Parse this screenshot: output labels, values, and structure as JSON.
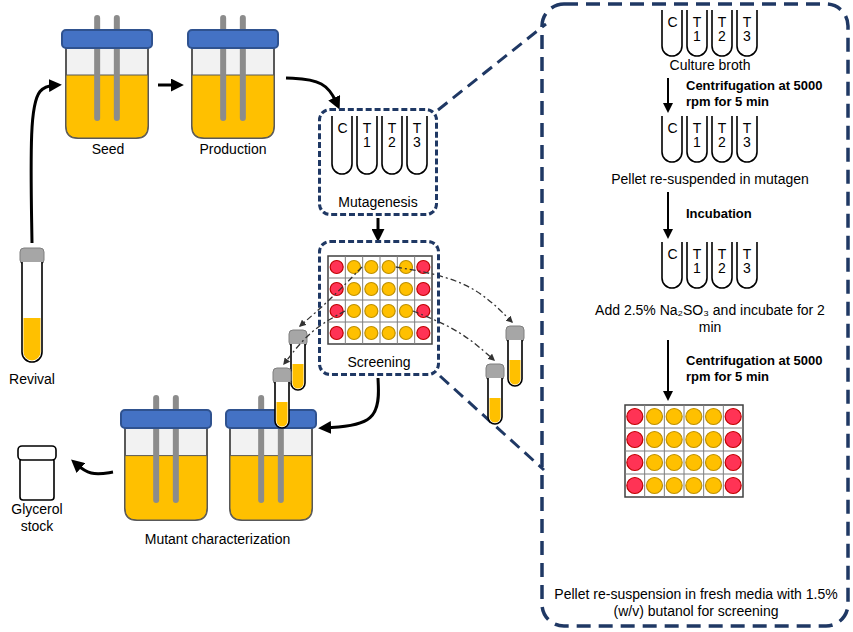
{
  "diagram": {
    "nodes": [
      {
        "text": [
          "Revival"
        ]
      },
      {
        "text": [
          "Seed"
        ]
      },
      {
        "text": [
          "Production"
        ]
      },
      {
        "text": [
          "Mutagenesis"
        ]
      },
      {
        "text": [
          "Screening"
        ]
      },
      {
        "text": [
          "Mutant characterization"
        ]
      },
      {
        "text": [
          "Glycerol stock"
        ]
      },
      {
        "text": [
          "Culture broth"
        ]
      },
      {
        "text": [
          "Pellet re-suspended in mutagen"
        ]
      },
      {
        "text": [
          "Add 2.5% Na₂SO₃ and incubate for 2 min"
        ]
      },
      {
        "text": [
          "Pellet re-suspension in fresh media with 1.5% (w/v) butanol for screening"
        ]
      }
    ],
    "edges": [
      {
        "from": 0,
        "to": 1,
        "arrow": "to"
      },
      {
        "from": 1,
        "to": 2,
        "arrow": "to"
      },
      {
        "from": 2,
        "to": 3,
        "arrow": "to"
      },
      {
        "from": 3,
        "to": 4,
        "arrow": "to"
      },
      {
        "from": 4,
        "to": 5,
        "arrow": "to"
      },
      {
        "from": 5,
        "to": 6,
        "arrow": "to"
      },
      {
        "from": 7,
        "to": 8,
        "label": "Centrifugation at 5000 rpm for 5 min",
        "arrow": "to"
      },
      {
        "from": 8,
        "to": 9,
        "label": "Incubation",
        "arrow": "to"
      },
      {
        "from": 9,
        "to": 10,
        "label": "Centrifugation at 5000 rpm for 5 min",
        "arrow": "to"
      }
    ],
    "labels": [
      "C",
      "T1",
      "T2",
      "T3",
      "C",
      "T1",
      "T2",
      "T3",
      "C",
      "T1",
      "T2",
      "T3",
      "C",
      "T1",
      "T2",
      "T3"
    ]
  }
}
